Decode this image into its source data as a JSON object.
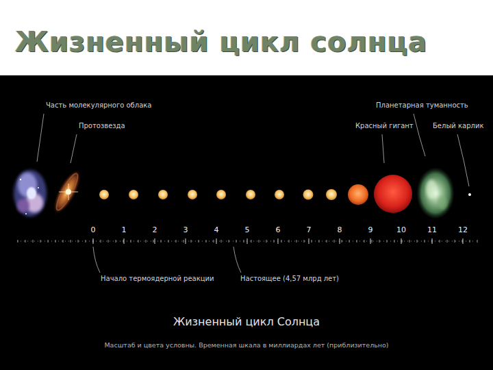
{
  "diagram": {
    "title": "Жизненный цикл солнца",
    "caption": "Жизненный цикл Солнца",
    "labels": [
      "Часть молекулярного облака",
      "Протозвезда",
      "Планетарная туманность",
      "Красный гигант",
      "Белый карлик",
      "0",
      "1",
      "2",
      "3",
      "4",
      "5",
      "6",
      "7",
      "8",
      "9",
      "10",
      "11",
      "12",
      "Начало термоядерной реакции",
      "Настоящее (4,57 млрд лет)",
      "Масштаб и цвета условны. Временная шкала в миллиардах лет (приблизительно)"
    ]
  }
}
